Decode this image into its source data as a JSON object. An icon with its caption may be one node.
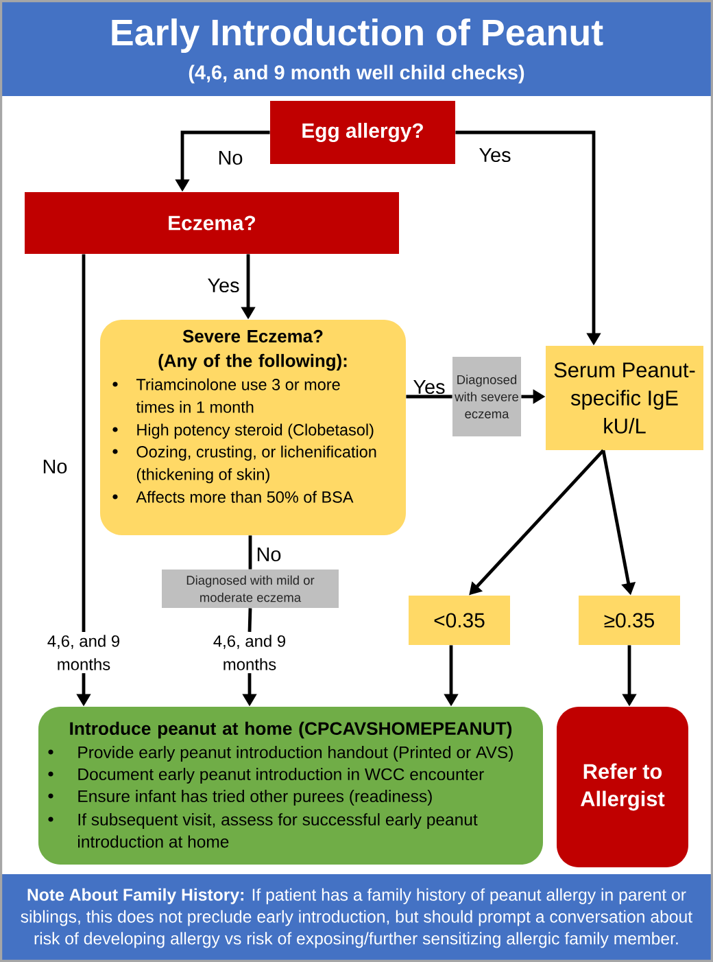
{
  "diagram": {
    "title": "Early Introduction of Peanut",
    "nodes": [
      {
        "text": [
          "Egg allergy?"
        ]
      },
      {
        "text": [
          "Eczema?"
        ]
      },
      {
        "text": [
          "Severe Eczema?",
          "(Any of the following):",
          "Triamcinolone use 3 or more times in 1 month",
          "High potency steroid (Clobetasol)",
          "Oozing, crusting, or lichenification (thickening of skin)",
          "Affects more than 50% of BSA"
        ]
      },
      {
        "text": [
          "Diagnosed with severe eczema"
        ]
      },
      {
        "text": [
          "Serum Peanut-specific IgE kU/L"
        ]
      },
      {
        "text": [
          "Diagnosed with mild or moderate eczema"
        ]
      },
      {
        "text": [
          "<0.35"
        ]
      },
      {
        "text": [
          "≥0.35"
        ]
      },
      {
        "text": [
          "4,6, and 9 months"
        ]
      },
      {
        "text": [
          "4,6, and 9 months"
        ]
      },
      {
        "text": [
          "Introduce peanut at home (CPCAVSHOMEPEANUT)",
          "Provide early peanut introduction handout (Printed or AVS)",
          "Document early peanut introduction in WCC encounter",
          "Ensure infant has tried other purees (readiness)",
          "If subsequent visit, assess for successful early peanut introduction at home"
        ]
      },
      {
        "text": [
          "Refer to Allergist"
        ]
      },
      {
        "text": [
          "**Note About Family History:** If patient has a family history of peanut allergy in parent or siblings, this does not preclude early introduction, but should prompt a conversation about risk of developing allergy vs risk of exposing/further sensitizing allergic family member."
        ]
      }
    ],
    "edges": [
      {
        "from": 0,
        "to": 1,
        "arrow": "to",
        "label": "No"
      },
      {
        "from": 0,
        "to": 4,
        "arrow": "to",
        "label": "Yes"
      },
      {
        "from": 1,
        "to": 2,
        "arrow": "to",
        "label": "Yes"
      },
      {
        "from": 1,
        "to": 8,
        "arrow": "none",
        "label": "No"
      },
      {
        "from": 2,
        "to": 3,
        "arrow": "none",
        "label": "Yes"
      },
      {
        "from": 3,
        "to": 4,
        "arrow": "to"
      },
      {
        "from": 2,
        "to": 5,
        "arrow": "none",
        "label": "No"
      },
      {
        "from": 5,
        "to": 9,
        "arrow": "none"
      },
      {
        "from": 4,
        "to": 6,
        "arrow": "to"
      },
      {
        "from": 4,
        "to": 7,
        "arrow": "to"
      },
      {
        "from": 8,
        "to": 10,
        "arrow": "to"
      },
      {
        "from": 9,
        "to": 10,
        "arrow": "to"
      },
      {
        "from": 6,
        "to": 10,
        "arrow": "to"
      },
      {
        "from": 7,
        "to": 11,
        "arrow": "to"
      }
    ],
    "labels": [
      "(4,6, and 9 month well child checks)"
    ]
  }
}
